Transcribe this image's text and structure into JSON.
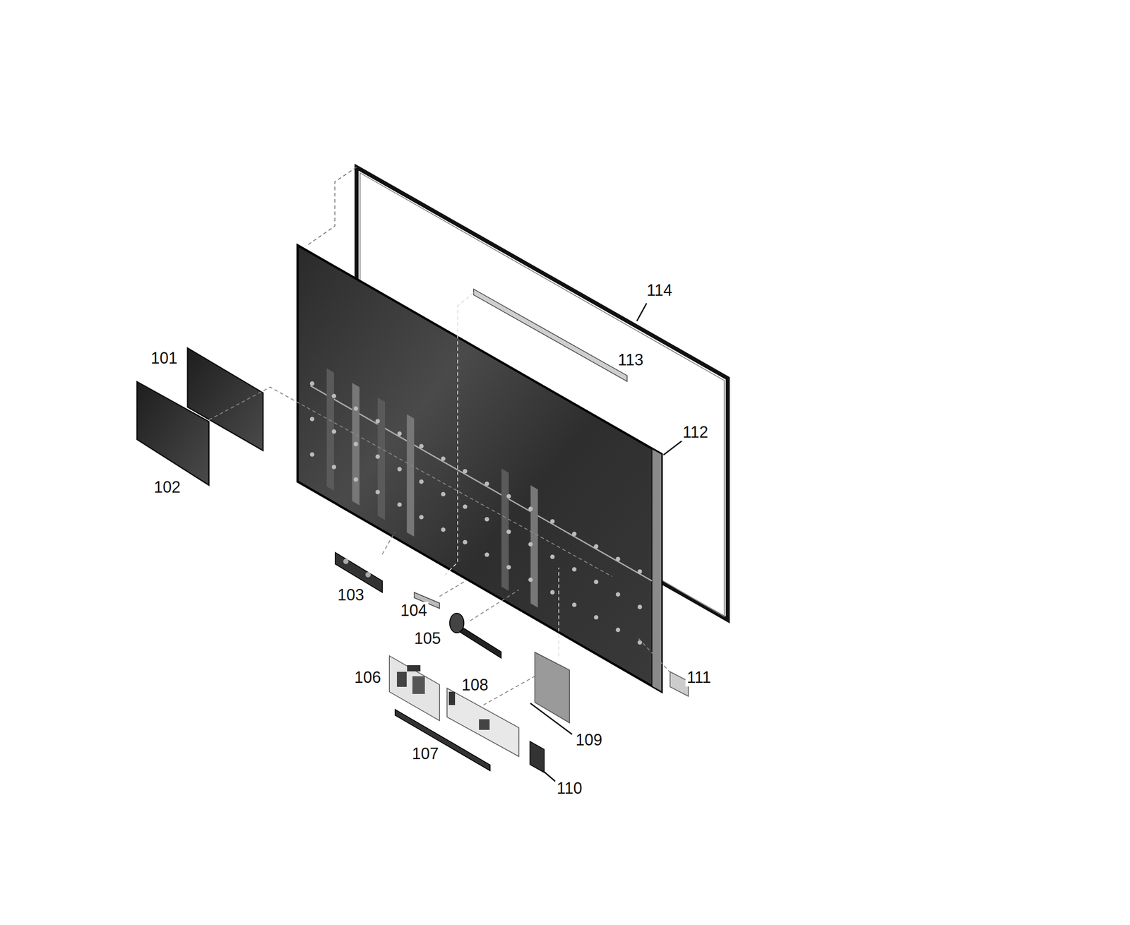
{
  "diagram": {
    "labels": [
      "101",
      "102",
      "103",
      "104",
      "105",
      "106",
      "107",
      "108",
      "109",
      "110",
      "111",
      "112",
      "113",
      "114"
    ]
  }
}
